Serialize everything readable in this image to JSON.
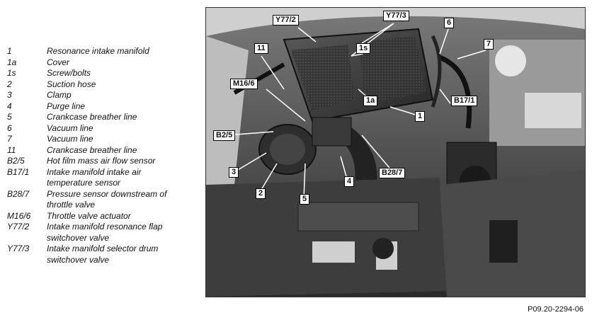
{
  "legend": [
    {
      "code": "1",
      "desc": "Resonance intake manifold"
    },
    {
      "code": "1a",
      "desc": "Cover"
    },
    {
      "code": "1s",
      "desc": "Screw/bolts"
    },
    {
      "code": "2",
      "desc": "Suction hose"
    },
    {
      "code": "3",
      "desc": "Clamp"
    },
    {
      "code": "4",
      "desc": "Purge line"
    },
    {
      "code": "5",
      "desc": "Crankcase breather line"
    },
    {
      "code": "6",
      "desc": "Vacuum line"
    },
    {
      "code": "7",
      "desc": "Vacuum line"
    },
    {
      "code": "11",
      "desc": "Crankcase breather line"
    },
    {
      "code": "B2/5",
      "desc": "Hot film mass air flow sensor"
    },
    {
      "code": "B17/1",
      "desc": "Intake manifold intake air\ntemperature sensor"
    },
    {
      "code": "B28/7",
      "desc": "Pressure sensor downstream of\nthrottle valve"
    },
    {
      "code": "M16/6",
      "desc": "Throttle valve actuator"
    },
    {
      "code": "Y77/2",
      "desc": "Intake manifold resonance flap\nswitchover valve"
    },
    {
      "code": "Y77/3",
      "desc": "Intake manifold selector drum\nswitchover valve"
    }
  ],
  "callouts": {
    "y77_2": "Y77/2",
    "y77_3": "Y77/3",
    "c6": "6",
    "c7": "7",
    "c11": "11",
    "c1s": "1s",
    "m16_6": "M16/6",
    "c1a": "1a",
    "b17_1": "B17/1",
    "c1": "1",
    "b2_5": "B2/5",
    "b28_7": "B28/7",
    "c3": "3",
    "c4": "4",
    "c2": "2",
    "c5": "5"
  },
  "figure_id": "P09.20-2294-06"
}
